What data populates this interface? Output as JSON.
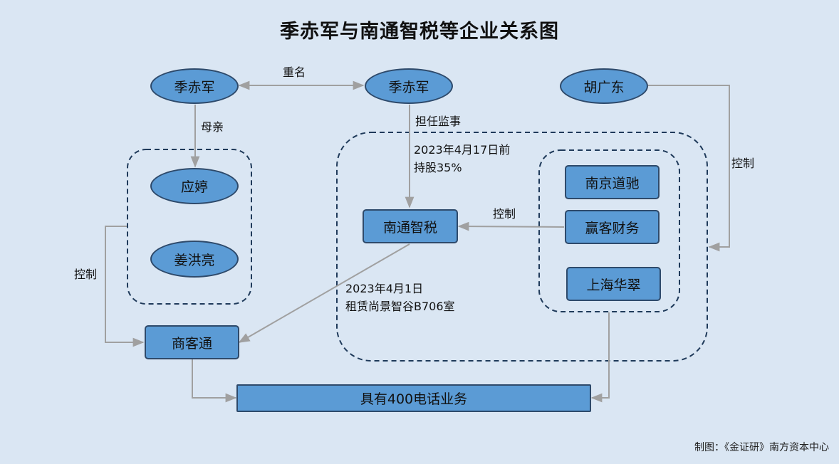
{
  "title": "季赤军与南通智税等企业关系图",
  "nodes": {
    "ji_chijun_1": "季赤军",
    "ji_chijun_2": "季赤军",
    "hu_guangdong": "胡广东",
    "ying_ting": "应婷",
    "jiang_hongliang": "姜洪亮",
    "nantong_zhishui": "南通智税",
    "nanjing_daochi": "南京道驰",
    "yingke_caiwu": "赢客财务",
    "shanghai_huacui": "上海华翠",
    "shangketong": "商客通",
    "phone_business": "具有400电话业务"
  },
  "edge_labels": {
    "same_name": "重名",
    "mother": "母亲",
    "supervisor": "担任监事",
    "holding_line1": "2023年4月17日前",
    "holding_line2": "持股35%",
    "control_yingke": "控制",
    "control_hu": "控制",
    "control_left": "控制",
    "lease_line1": "2023年4月1日",
    "lease_line2": "租赁尚景智谷B706室"
  },
  "footer": "制图：《金证研》南方资本中心"
}
